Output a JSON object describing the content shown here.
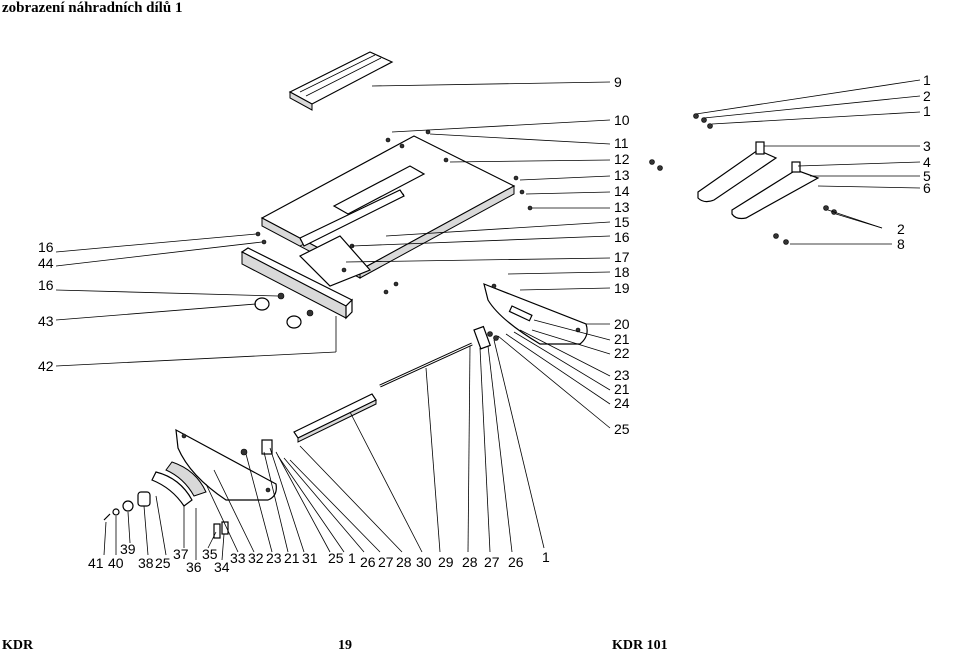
{
  "header": {
    "title": "zobrazení náhradních dílů 1"
  },
  "footer": {
    "left": "KDR",
    "center": "19",
    "right": "KDR 101"
  },
  "labels": {
    "l9": "9",
    "l10": "10",
    "l11": "11",
    "l12": "12",
    "l13a": "13",
    "l14": "14",
    "l13b": "13",
    "l15": "15",
    "l16r": "16",
    "l17": "17",
    "l18": "18",
    "l19": "19",
    "l20": "20",
    "l21a": "21",
    "l22": "22",
    "l23": "23",
    "l21b": "21",
    "l24": "24",
    "l25r": "25",
    "r1a": "1",
    "r2a": "2",
    "r1b": "1",
    "r3": "3",
    "r4": "4",
    "r5": "5",
    "r6": "6",
    "r2b": "2",
    "r8": "8",
    "l16a": "16",
    "l44": "44",
    "l16b": "16",
    "l43": "43",
    "l42": "42",
    "b41": "41",
    "b40": "40",
    "b39": "39",
    "b38": "38",
    "b25a": "25",
    "b37": "37",
    "b36": "36",
    "b35": "35",
    "b34": "34",
    "b33": "33",
    "b32": "32",
    "b23": "23",
    "b21": "21",
    "b31": "31",
    "b25b": "25",
    "b1a": "1",
    "b26a": "26",
    "b27a": "27",
    "b28a": "28",
    "b30": "30",
    "b29": "29",
    "b28b": "28",
    "b27b": "27",
    "b26b": "26",
    "b1b": "1"
  }
}
